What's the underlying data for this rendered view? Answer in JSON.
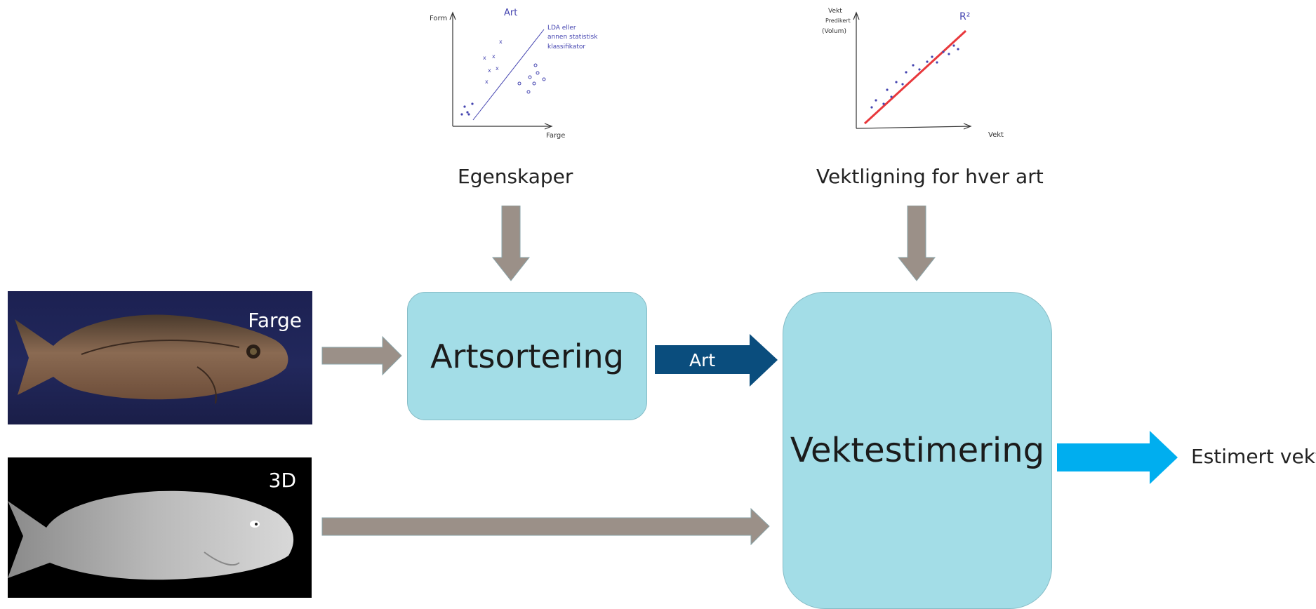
{
  "sketches": {
    "classification": {
      "y_axis_label": "Form",
      "x_axis_label": "Farge",
      "title": "Art",
      "annotation_lines": [
        "LDA eller",
        "annen statistisk",
        "klassifikator"
      ]
    },
    "regression": {
      "y_axis_lines": [
        "Vekt",
        "Predikert",
        "(Volum)"
      ],
      "x_axis_label": "Vekt",
      "fit_label": "R²"
    }
  },
  "labels": {
    "features": "Egenskaper",
    "weight_equation": "Vektligning for hver art"
  },
  "images": {
    "color": {
      "label": "Farge"
    },
    "depth": {
      "label": "3D"
    }
  },
  "boxes": {
    "species_sorting": "Artsortering",
    "weight_estimation": "Vektestimering"
  },
  "arrows": {
    "species": "Art"
  },
  "output": {
    "label": "Estimert vekt"
  },
  "colors": {
    "box_fill": "#a3dde7",
    "gray_arrow": "#9b9088",
    "dark_blue_arrow": "#0a4d7d",
    "light_blue_arrow": "#00aeef",
    "fit_line": "#e8383c",
    "sketch_ink": "#4444b0"
  }
}
